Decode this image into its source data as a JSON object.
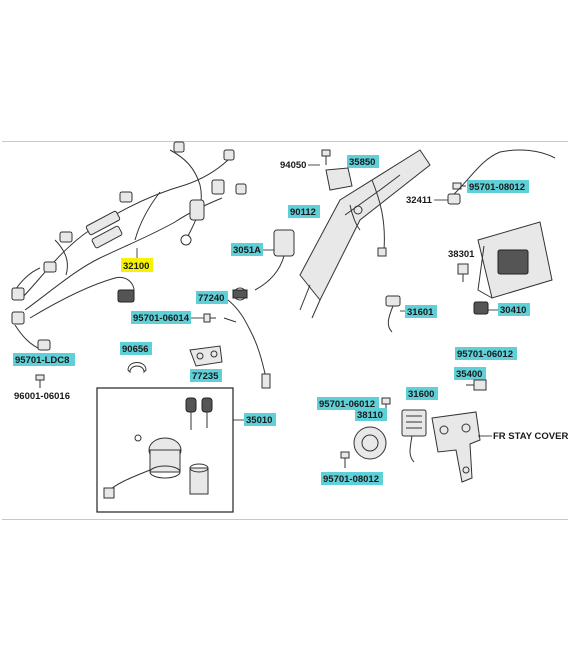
{
  "labels": {
    "harness": "32100",
    "bolt_ldc8": "95701-LDC8",
    "nut_06016": "96001-06016",
    "clamp": "90656",
    "bolt_06014": "95701-06014",
    "bracket": "77235",
    "cable": "77240",
    "cap": "3051A",
    "coil": "90112",
    "screw_94050": "94050",
    "horn_bracket": "35850",
    "bolt_08012_top": "95701-08012",
    "wire_32411": "32411",
    "relay_38301": "38301",
    "relay_30410": "30410",
    "sensor_31601": "31601",
    "bolt_06012_right": "95701-06012",
    "switch_35400": "35400",
    "lock_set": "35010",
    "bolt_06012_mid": "95701-06012",
    "horn": "38110",
    "regulator": "31600",
    "bolt_08012_bottom": "95701-08012",
    "stay_cover": "FR STAY COVER"
  },
  "colors": {
    "highlight_cyan": "#5fd0d8",
    "highlight_yellow": "#f6f200",
    "line": "#222222"
  }
}
